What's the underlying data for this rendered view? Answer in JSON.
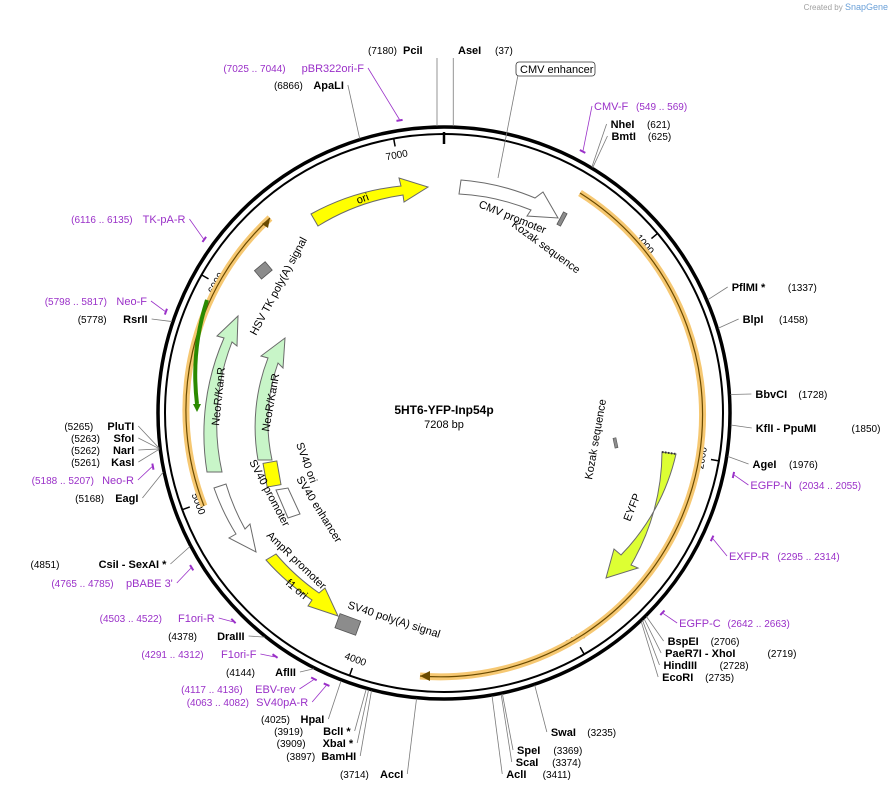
{
  "credit": {
    "prefix": "Created by",
    "brand": "SnapGene"
  },
  "plasmid": {
    "name": "5HT6-YFP-Inp54p",
    "length_bp": 7208,
    "size_label": "7208 bp"
  },
  "colors": {
    "backbone": "#000000",
    "primer": "#9a30c8",
    "ori": "#ffff00",
    "orf_highlight": "#f6c872",
    "neo": "#c8f5c8",
    "promoter": "#ffffff",
    "signal": "#8c8c8c",
    "label_line": "#7a7a7a"
  },
  "ticks": [
    {
      "bp": 1000,
      "label": "1000"
    },
    {
      "bp": 2000,
      "label": "2000"
    },
    {
      "bp": 3000,
      "label": "3000"
    },
    {
      "bp": 4000,
      "label": "4000"
    },
    {
      "bp": 5000,
      "label": "5000"
    },
    {
      "bp": 6000,
      "label": "6000"
    },
    {
      "bp": 7000,
      "label": "7000"
    }
  ],
  "enzymes": [
    {
      "id": "pcii",
      "name": "PciI",
      "pos": "(7180)",
      "bp": 7180,
      "side": "left",
      "row": 0
    },
    {
      "id": "asei",
      "name": "AseI",
      "pos": "(37)",
      "bp": 37,
      "side": "right",
      "row": 0
    },
    {
      "id": "apali",
      "name": "ApaLI",
      "pos": "(6866)",
      "bp": 6866,
      "side": "left",
      "row": 2
    },
    {
      "id": "nhei",
      "name": "NheI",
      "pos": "(621)",
      "bp": 621,
      "side": "right",
      "row": 4
    },
    {
      "id": "bmti",
      "name": "BmtI",
      "pos": "(625)",
      "bp": 625,
      "side": "right",
      "row": 5
    },
    {
      "id": "pflmi",
      "name": "PflMI *",
      "pos": "(1337)",
      "bp": 1337,
      "side": "right",
      "row": 10
    },
    {
      "id": "blpi",
      "name": "BlpI",
      "pos": "(1458)",
      "bp": 1458,
      "side": "right",
      "row": 11
    },
    {
      "id": "bbvci",
      "name": "BbvCI",
      "pos": "(1728)",
      "bp": 1728,
      "side": "right",
      "row": 15
    },
    {
      "id": "kfli",
      "name": "KflI  - PpuMI",
      "pos": "(1850)",
      "bp": 1850,
      "side": "right",
      "row": 16
    },
    {
      "id": "agei",
      "name": "AgeI",
      "pos": "(1976)",
      "bp": 1976,
      "side": "right",
      "row": 17
    },
    {
      "id": "bspei",
      "name": "BspEI",
      "pos": "(2706)",
      "bp": 2706,
      "side": "right",
      "row": 23
    },
    {
      "id": "paer7i",
      "name": "PaeR7I  - XhoI",
      "pos": "(2719)",
      "bp": 2719,
      "side": "right",
      "row": 24
    },
    {
      "id": "hindiii",
      "name": "HindIII",
      "pos": "(2728)",
      "bp": 2728,
      "side": "right",
      "row": 25
    },
    {
      "id": "ecori",
      "name": "EcoRI",
      "pos": "(2735)",
      "bp": 2735,
      "side": "right",
      "row": 26
    },
    {
      "id": "swai",
      "name": "SwaI",
      "pos": "(3235)",
      "bp": 3235,
      "side": "right",
      "row": 28
    },
    {
      "id": "spei",
      "name": "SpeI",
      "pos": "(3369)",
      "bp": 3369,
      "side": "right",
      "row": 29
    },
    {
      "id": "scai",
      "name": "ScaI",
      "pos": "(3374)",
      "bp": 3374,
      "side": "right",
      "row": 30
    },
    {
      "id": "acli",
      "name": "AclI",
      "pos": "(3411)",
      "bp": 3411,
      "side": "right",
      "row": 31
    },
    {
      "id": "acci",
      "name": "AccI",
      "pos": "(3714)",
      "bp": 3714,
      "side": "left",
      "row": 31
    },
    {
      "id": "bamhi",
      "name": "BamHI",
      "pos": "(3897)",
      "bp": 3897,
      "side": "left",
      "row": 30
    },
    {
      "id": "xbai",
      "name": "XbaI *",
      "pos": "(3909)",
      "bp": 3909,
      "side": "left",
      "row": 29
    },
    {
      "id": "bcli",
      "name": "BclI *",
      "pos": "(3919)",
      "bp": 3919,
      "side": "left",
      "row": 28
    },
    {
      "id": "hpai",
      "name": "HpaI",
      "pos": "(4025)",
      "bp": 4025,
      "side": "left",
      "row": 27
    },
    {
      "id": "aflii",
      "name": "AflII",
      "pos": "(4144)",
      "bp": 4144,
      "side": "left",
      "row": 24
    },
    {
      "id": "draiii",
      "name": "DraIII",
      "pos": "(4378)",
      "bp": 4378,
      "side": "left",
      "row": 22
    },
    {
      "id": "csii",
      "name": "CsiI  - SexAI *",
      "pos": "(4851)",
      "bp": 4851,
      "side": "left",
      "row": 19
    },
    {
      "id": "eagi",
      "name": "EagI",
      "pos": "(5168)",
      "bp": 5168,
      "side": "left",
      "row": 16
    },
    {
      "id": "kasi",
      "name": "KasI",
      "pos": "(5261)",
      "bp": 5261,
      "side": "left",
      "row": 14
    },
    {
      "id": "nari",
      "name": "NarI",
      "pos": "(5262)",
      "bp": 5262,
      "side": "left",
      "row": 13
    },
    {
      "id": "sfoi",
      "name": "SfoI",
      "pos": "(5263)",
      "bp": 5263,
      "side": "left",
      "row": 12
    },
    {
      "id": "pluti",
      "name": "PluTI",
      "pos": "(5265)",
      "bp": 5265,
      "side": "left",
      "row": 11
    },
    {
      "id": "rsrii",
      "name": "RsrII",
      "pos": "(5778)",
      "bp": 5778,
      "side": "left",
      "row": 8
    }
  ],
  "primers": [
    {
      "id": "pbr322ori-f",
      "name": "pBR322ori-F",
      "range": "(7025 .. 7044)",
      "bp": 7035,
      "side": "left"
    },
    {
      "id": "cmv-f",
      "name": "CMV-F",
      "range": "(549 .. 569)",
      "bp": 559,
      "side": "right"
    },
    {
      "id": "tk-pa-r",
      "name": "TK-pA-R",
      "range": "(6116 .. 6135)",
      "bp": 6125,
      "side": "left"
    },
    {
      "id": "neo-f",
      "name": "Neo-F",
      "range": "(5798 .. 5817)",
      "bp": 5807,
      "side": "left"
    },
    {
      "id": "neo-r",
      "name": "Neo-R",
      "range": "(5188 .. 5207)",
      "bp": 5197,
      "side": "left"
    },
    {
      "id": "egfp-n",
      "name": "EGFP-N",
      "range": "(2034 .. 2055)",
      "bp": 2044,
      "side": "right"
    },
    {
      "id": "exfp-r",
      "name": "EXFP-R",
      "range": "(2295 .. 2314)",
      "bp": 2304,
      "side": "right"
    },
    {
      "id": "egfp-c",
      "name": "EGFP-C",
      "range": "(2642 .. 2663)",
      "bp": 2652,
      "side": "right"
    },
    {
      "id": "pbabe3",
      "name": "pBABE 3'",
      "range": "(4765 .. 4785)",
      "bp": 4775,
      "side": "left"
    },
    {
      "id": "f1ori-r",
      "name": "F1ori-R",
      "range": "(4503 .. 4522)",
      "bp": 4512,
      "side": "left"
    },
    {
      "id": "f1ori-f",
      "name": "F1ori-F",
      "range": "(4291 .. 4312)",
      "bp": 4301,
      "side": "left"
    },
    {
      "id": "ebv-rev",
      "name": "EBV-rev",
      "range": "(4117 .. 4136)",
      "bp": 4126,
      "side": "left"
    },
    {
      "id": "sv40pa-r",
      "name": "SV40pA-R",
      "range": "(4063 .. 4082)",
      "bp": 4072,
      "side": "left"
    }
  ],
  "features": {
    "cmv_enhancer_box": "CMV enhancer",
    "cmv_promoter": "CMV promoter",
    "kozak_top": "Kozak sequence",
    "kozak_mid": "Kozak sequence",
    "eyfp": "EYFP",
    "ori": "ori",
    "hsv_tk": "HSV TK poly(A) signal",
    "neo_outer": "NeoR/KanR",
    "neo_inner": "NeoR/KanR",
    "sv40_ori": "SV40 ori",
    "sv40_enhancer": "SV40 enhancer",
    "sv40_promoter": "SV40 promoter",
    "ampr_promoter": "AmpR promoter",
    "f1_ori": "f1 ori",
    "sv40_pa": "SV40 poly(A) signal"
  }
}
